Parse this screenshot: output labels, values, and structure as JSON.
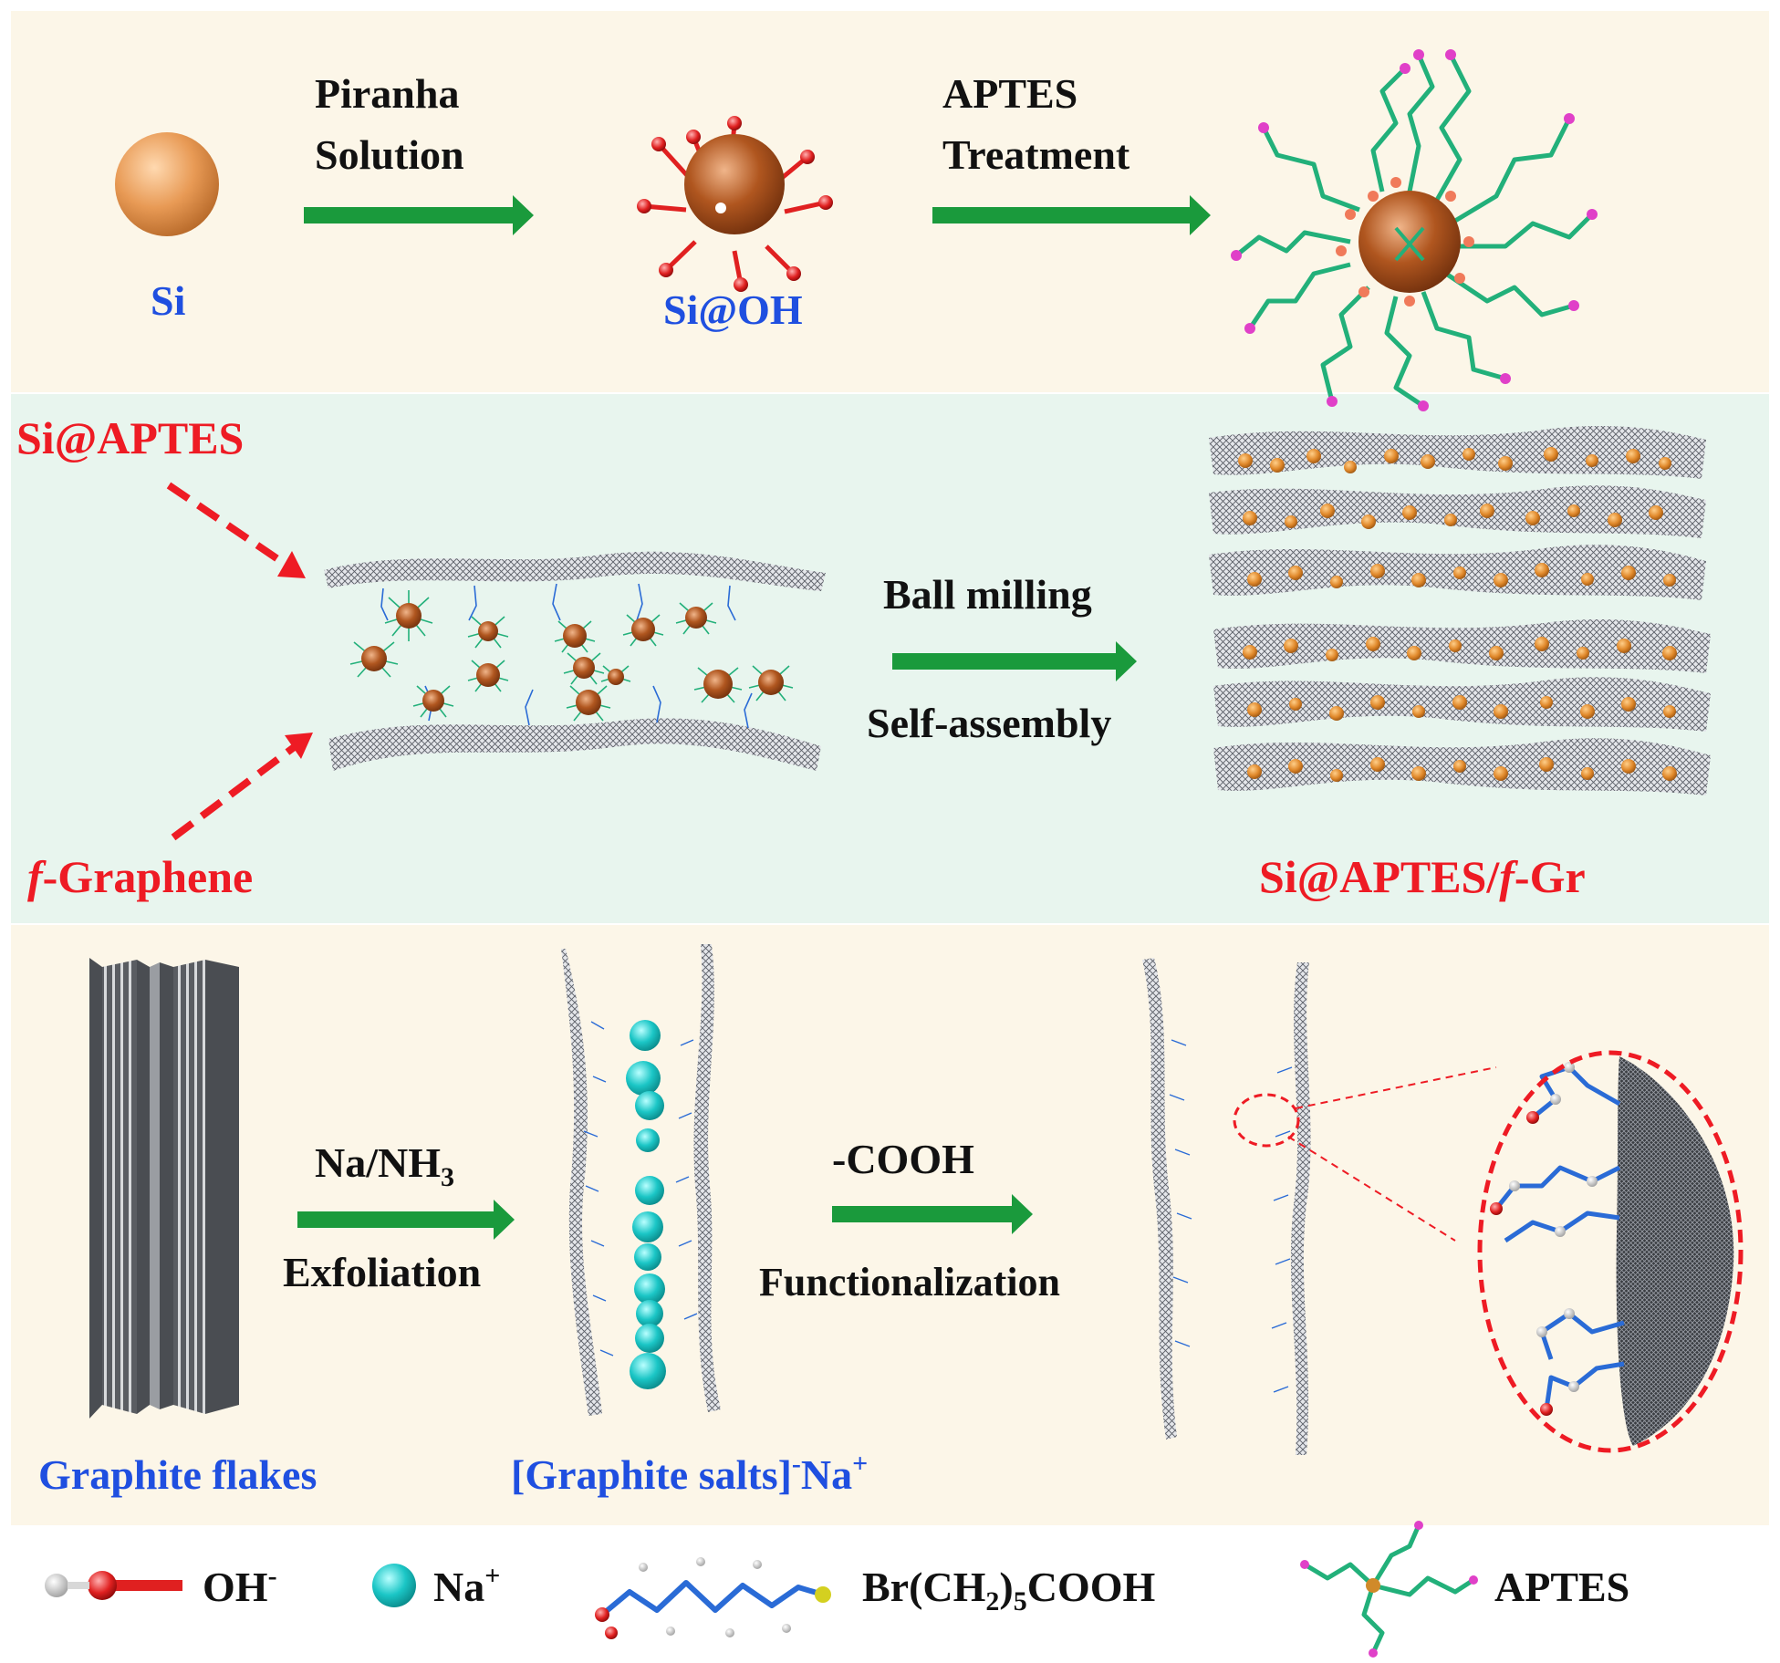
{
  "colors": {
    "panel_top": "#fcf6e8",
    "panel_mid": "#e8f5ee",
    "panel_bottom": "#fcf6e8",
    "arrow_green": "#1a9a3c",
    "arrow_red": "#ee1b24",
    "label_blue": "#1f4fe0",
    "label_red": "#ee1b24",
    "label_black": "#111111",
    "si_orange": "#e89a55",
    "si_brown": "#b0561f",
    "ion_cyan": "#1bc6c6",
    "chain_blue": "#2a6bd6",
    "chain_green": "#22b07a",
    "tip_magenta": "#e040c8",
    "sheet_gray": "#6a6e74"
  },
  "panel_top": {
    "si_label": "Si",
    "step1_line1": "Piranha",
    "step1_line2": "Solution",
    "sioh_label": "Si@OH",
    "step2_line1": "APTES",
    "step2_line2": "Treatment"
  },
  "panel_mid": {
    "input_a": "Si@APTES",
    "input_b": "f-Graphene",
    "step_top": "Ball milling",
    "step_bottom": "Self-assembly",
    "product": "Si@APTES/f-Gr"
  },
  "panel_bottom": {
    "flakes_label": "Graphite flakes",
    "step1_top": "Na/NH",
    "step1_top_sub": "3",
    "step1_bottom": "Exfoliation",
    "salts_label_main": "[Graphite salts]",
    "salts_sup1": "-",
    "salts_na": "Na",
    "salts_sup2": "+",
    "step2_top": "-COOH",
    "step2_bottom": "Functionalization"
  },
  "legend": {
    "oh_main": "OH",
    "oh_sup": "-",
    "na_main": "Na",
    "na_sup": "+",
    "br_a": "Br(CH",
    "br_sub": "2",
    "br_b": ")",
    "br_sub2": "5",
    "br_c": "COOH",
    "aptes": "APTES"
  }
}
